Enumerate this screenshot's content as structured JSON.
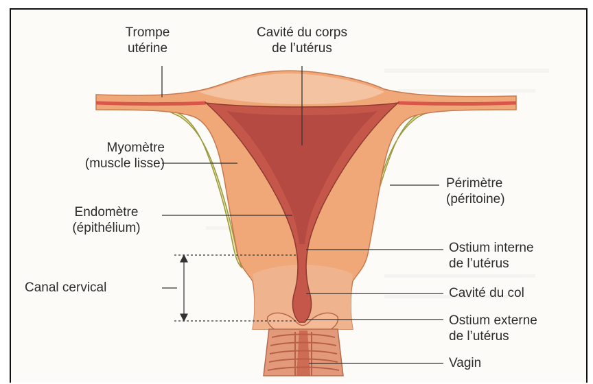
{
  "labels": {
    "trompe": [
      "Trompe",
      "utérine"
    ],
    "cavite_corps": [
      "Cavité du corps",
      "de l’utérus"
    ],
    "myometre": [
      "Myomètre",
      "(muscle lisse)"
    ],
    "perimetre": [
      "Périmètre",
      "(péritoine)"
    ],
    "endometre": [
      "Endomètre",
      "(épithélium)"
    ],
    "ostium_interne": [
      "Ostium interne",
      "de l’utérus"
    ],
    "canal_cervical": "Canal cervical",
    "cavite_col": "Cavité du col",
    "ostium_externe": [
      "Ostium externe",
      "de l’utérus"
    ],
    "vagin": "Vagin"
  },
  "colors": {
    "myometrium": "#f0a878",
    "endometrium": "#c4564a",
    "cavity": "#b8483e",
    "serosa": "#e3e2a0",
    "tube": "#d9574a",
    "line": "#333333"
  }
}
